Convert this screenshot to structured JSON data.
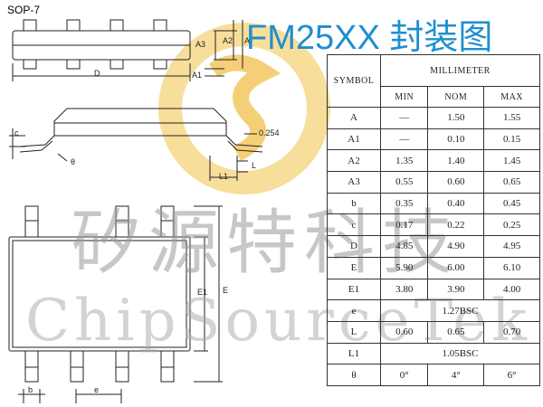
{
  "package_label": "SOP-7",
  "title": "FM25XX 封装图",
  "watermark": {
    "chinese": "矽源特科技",
    "english": "ChipSourceTek"
  },
  "dimension_labels": {
    "A": "A",
    "A1": "A1",
    "A2": "A2",
    "A3": "A3",
    "D": "D",
    "c": "c",
    "theta": "θ",
    "lead_gauge": "0.254",
    "L": "L",
    "L1": "L1",
    "E": "E",
    "E1": "E1",
    "b": "b",
    "e": "e"
  },
  "table": {
    "symbol_header": "SYMBOL",
    "unit_header": "MILLIMETER",
    "columns": [
      "MIN",
      "NOM",
      "MAX"
    ],
    "rows": [
      {
        "symbol": "A",
        "min": "—",
        "nom": "1.50",
        "max": "1.55"
      },
      {
        "symbol": "A1",
        "min": "—",
        "nom": "0.10",
        "max": "0.15"
      },
      {
        "symbol": "A2",
        "min": "1.35",
        "nom": "1.40",
        "max": "1.45"
      },
      {
        "symbol": "A3",
        "min": "0.55",
        "nom": "0.60",
        "max": "0.65"
      },
      {
        "symbol": "b",
        "min": "0.35",
        "nom": "0.40",
        "max": "0.45"
      },
      {
        "symbol": "c",
        "min": "0.17",
        "nom": "0.22",
        "max": "0.25"
      },
      {
        "symbol": "D",
        "min": "4.85",
        "nom": "4.90",
        "max": "4.95"
      },
      {
        "symbol": "E",
        "min": "5.90",
        "nom": "6.00",
        "max": "6.10"
      },
      {
        "symbol": "E1",
        "min": "3.80",
        "nom": "3.90",
        "max": "4.00"
      },
      {
        "symbol": "e",
        "span": "1.27BSC"
      },
      {
        "symbol": "L",
        "min": "0.60",
        "nom": "0.65",
        "max": "0.70"
      },
      {
        "symbol": "L1",
        "span": "1.05BSC"
      },
      {
        "symbol": "θ",
        "min": "0°",
        "nom": "4°",
        "max": "6°"
      }
    ]
  },
  "colors": {
    "title": "#1f8fcf",
    "logo_ring": "#f6d37a",
    "line": "#222222",
    "watermark": "#9a9a9a"
  }
}
